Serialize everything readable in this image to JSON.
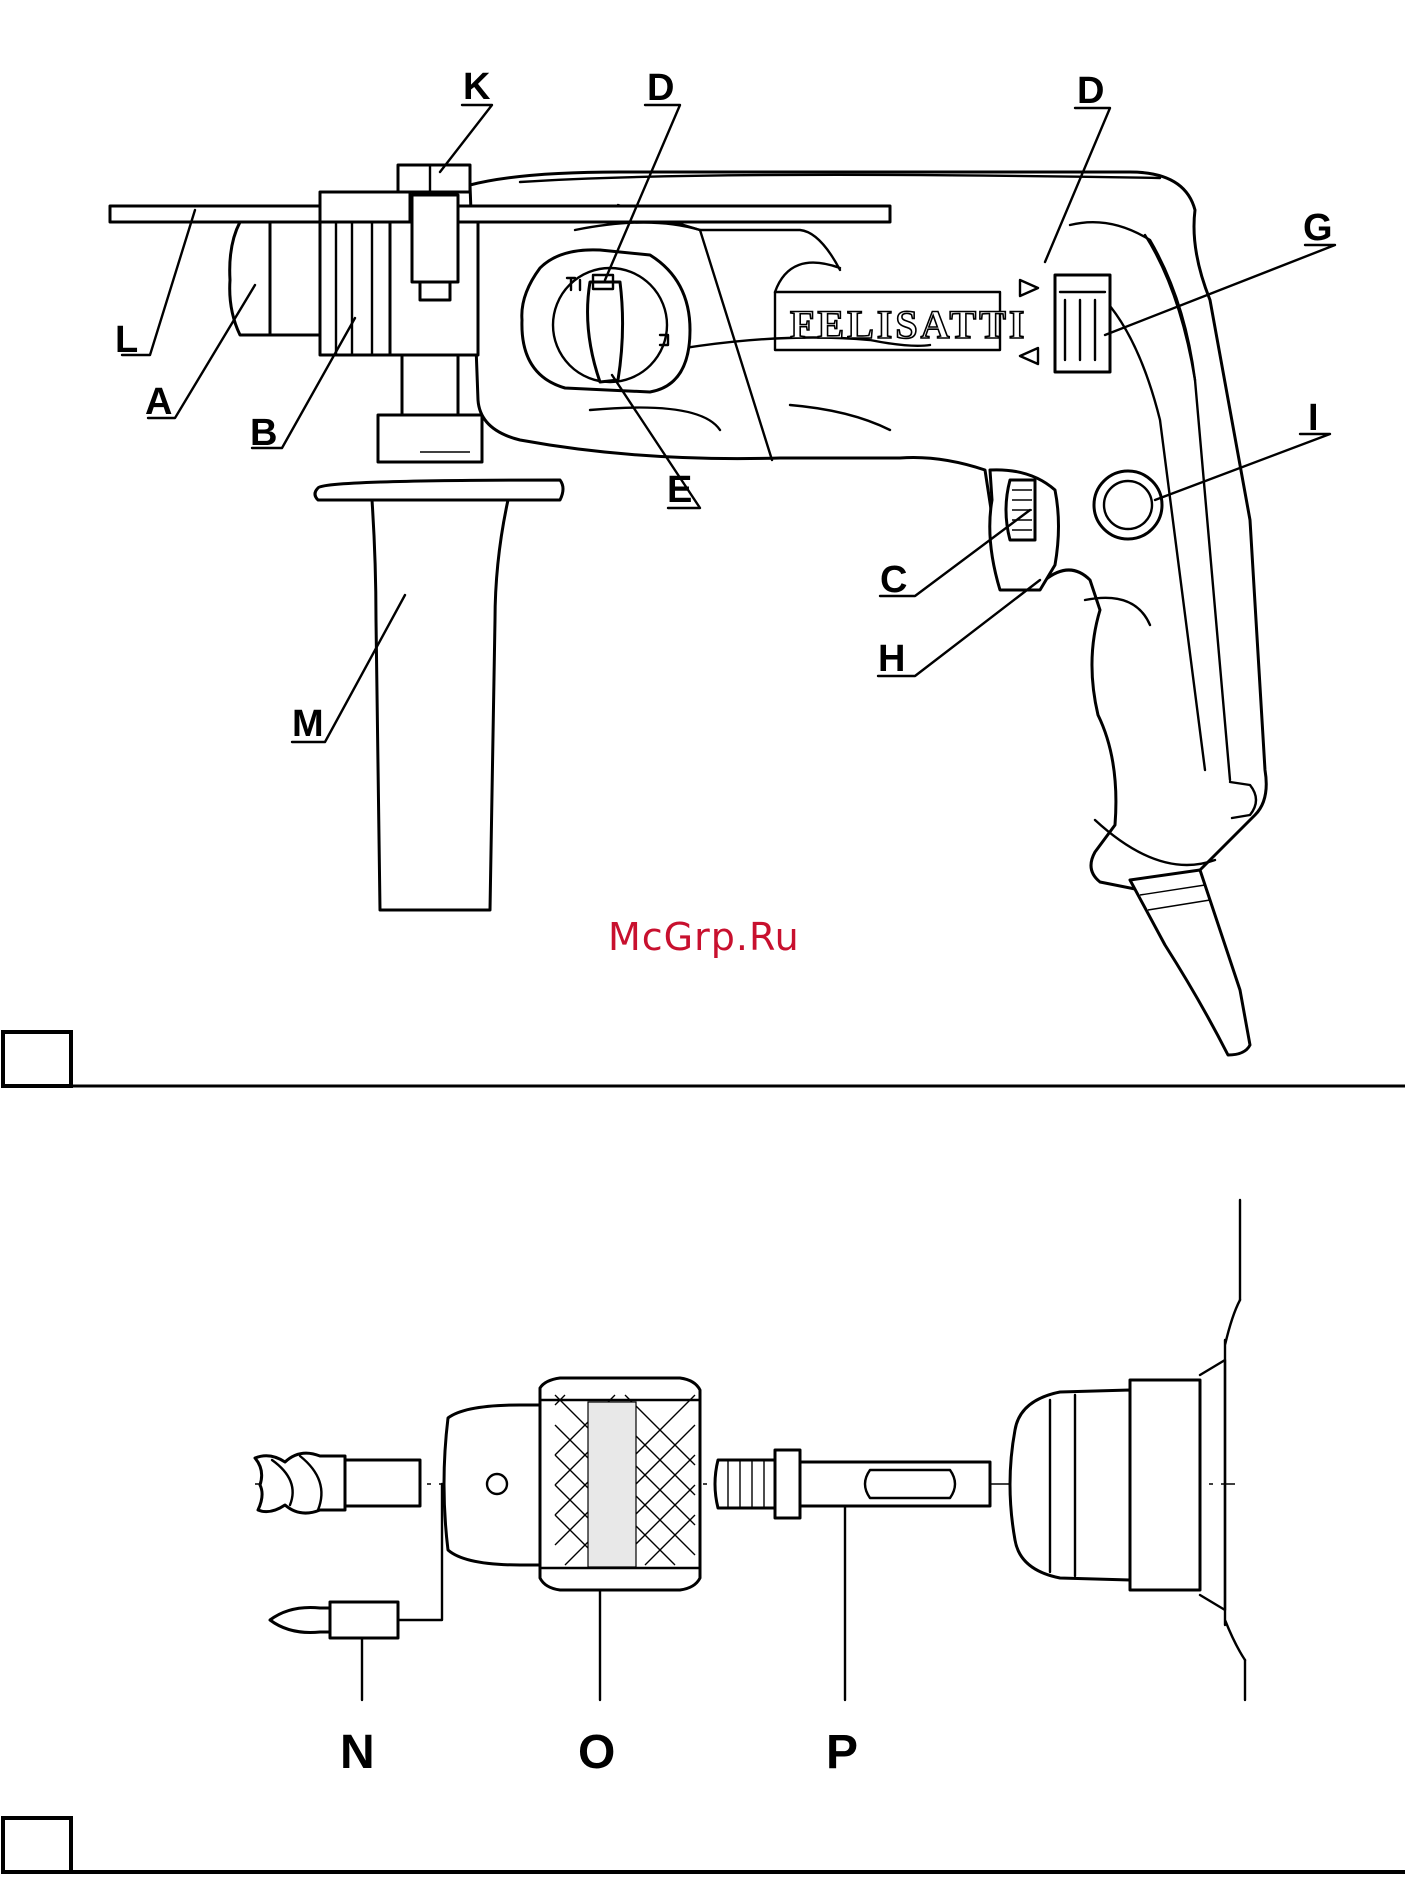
{
  "figure1": {
    "brand": "FELISATTI",
    "labels": {
      "A": "A",
      "B": "B",
      "C": "C",
      "D1": "D",
      "D2": "D",
      "E": "E",
      "G": "G",
      "H": "H",
      "I": "I",
      "K": "K",
      "L": "L",
      "M": "M"
    }
  },
  "figure2": {
    "labels": {
      "N": "N",
      "O": "O",
      "P": "P"
    }
  },
  "watermark": "McGrp.Ru"
}
